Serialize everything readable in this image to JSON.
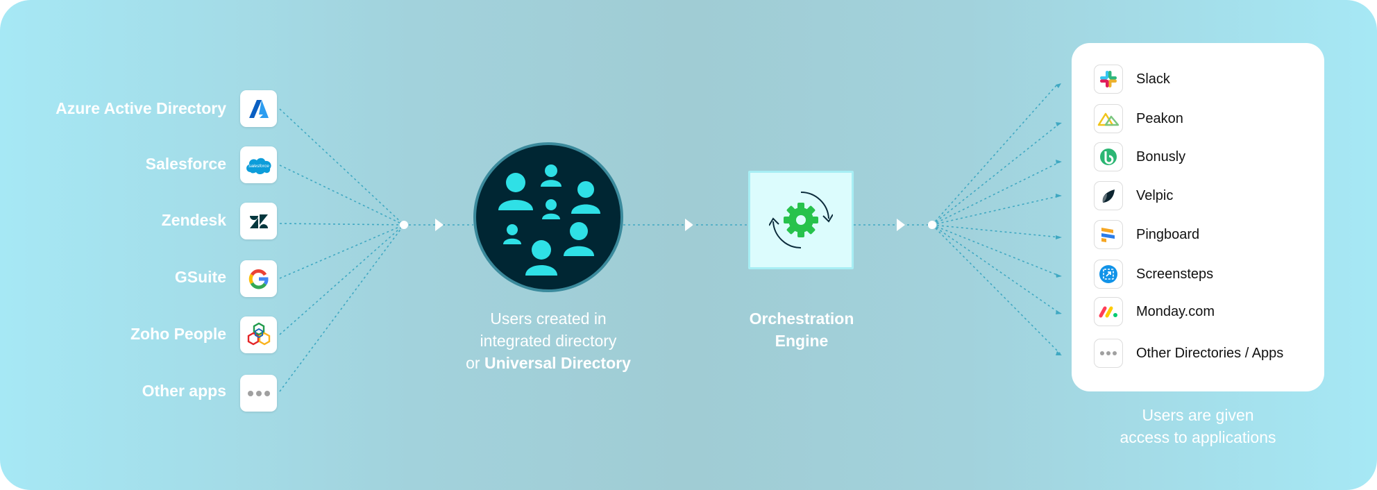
{
  "sources": [
    {
      "label": "Azure Active Directory",
      "icon": "azure-icon"
    },
    {
      "label": "Salesforce",
      "icon": "salesforce-icon",
      "logo_text": "salesforce"
    },
    {
      "label": "Zendesk",
      "icon": "zendesk-icon"
    },
    {
      "label": "GSuite",
      "icon": "google-icon"
    },
    {
      "label": "Zoho People",
      "icon": "zoho-people-icon"
    },
    {
      "label": "Other apps",
      "icon": "more-dots-icon"
    }
  ],
  "directory": {
    "caption_line1": "Users created in",
    "caption_line2": "integrated directory",
    "caption_line3_prefix": "or ",
    "caption_line3_bold": "Universal Directory"
  },
  "engine": {
    "caption_line1": "Orchestration",
    "caption_line2": "Engine",
    "icon": "sync-gear-icon"
  },
  "apps": [
    {
      "label": "Slack",
      "icon": "slack-icon"
    },
    {
      "label": "Peakon",
      "icon": "peakon-icon"
    },
    {
      "label": "Bonusly",
      "icon": "bonusly-icon"
    },
    {
      "label": "Velpic",
      "icon": "velpic-icon"
    },
    {
      "label": "Pingboard",
      "icon": "pingboard-icon"
    },
    {
      "label": "Screensteps",
      "icon": "screensteps-icon"
    },
    {
      "label": "Monday.com",
      "icon": "monday-icon"
    },
    {
      "label": "Other Directories / Apps",
      "icon": "more-dots-icon"
    }
  ],
  "apps_caption": {
    "line1": "Users are given",
    "line2": "access to applications"
  },
  "colors": {
    "background_edge": "#a6e8f5",
    "background_center": "#a0ccd4",
    "connector": "#3fa8c2",
    "users_circle": "#002633",
    "user_figures": "#2fe0e6",
    "engine_fill": "#dcfcfd",
    "engine_gear": "#27c24c"
  }
}
